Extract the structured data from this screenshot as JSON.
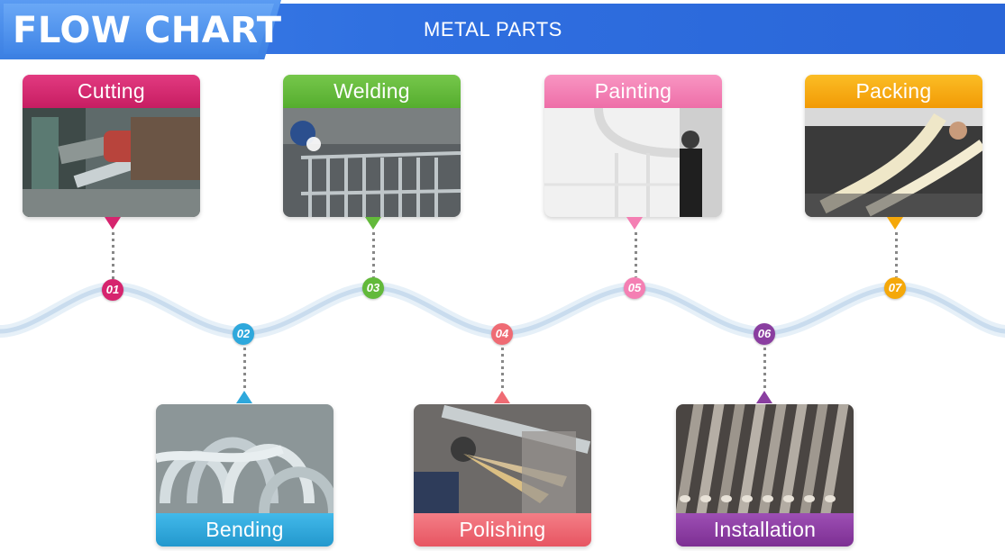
{
  "header": {
    "title": "FLOW CHART",
    "subtitle": "METAL PARTS"
  },
  "colors": {
    "banner": "#2f6fe0",
    "wave": "#cfe3f3"
  },
  "steps": [
    {
      "number": "01",
      "label": "Cutting",
      "color": "#d6246e",
      "position": "top"
    },
    {
      "number": "02",
      "label": "Bending",
      "color": "#2ea8dc",
      "position": "bottom"
    },
    {
      "number": "03",
      "label": "Welding",
      "color": "#62b93a",
      "position": "top"
    },
    {
      "number": "04",
      "label": "Polishing",
      "color": "#ef6b74",
      "position": "bottom"
    },
    {
      "number": "05",
      "label": "Painting",
      "color": "#f47fb3",
      "position": "top"
    },
    {
      "number": "06",
      "label": "Installation",
      "color": "#8a3ea0",
      "position": "bottom"
    },
    {
      "number": "07",
      "label": "Packing",
      "color": "#f5a80a",
      "position": "top"
    }
  ]
}
